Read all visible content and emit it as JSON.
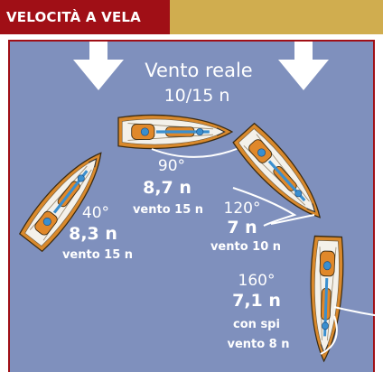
{
  "header": {
    "title": "VELOCITÀ A VELA"
  },
  "colors": {
    "header_red": "#a00f16",
    "header_gold": "#d0ad4f",
    "water": "#7f90bd",
    "hull": "#d9892c",
    "deck": "#ffffff",
    "crew": "#3a8fcf"
  },
  "wind": {
    "title": "Vento reale",
    "speed": "10/15 n"
  },
  "boats": [
    {
      "angle": "90°",
      "speed": "8,7 n",
      "wind": "vento 15 n"
    },
    {
      "angle": "40°",
      "speed": "8,3 n",
      "wind": "vento 15 n"
    },
    {
      "angle": "120°",
      "speed": "7 n",
      "wind": "vento 10 n"
    },
    {
      "angle": "160°",
      "speed": "7,1 n",
      "extra": "con spi",
      "wind": "vento  8 n"
    }
  ]
}
